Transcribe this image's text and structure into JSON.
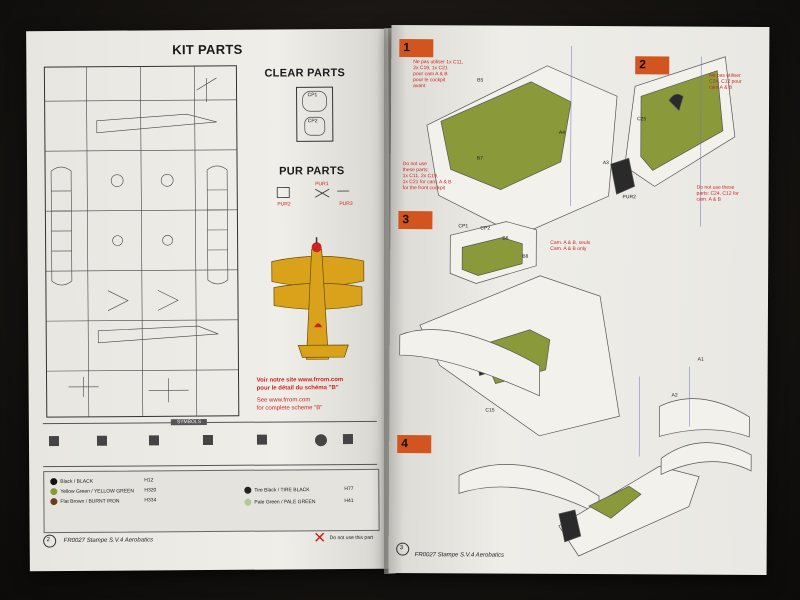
{
  "left_page": {
    "kit_parts_title": "KIT PARTS",
    "clear_parts_title": "CLEAR PARTS",
    "clear_part_labels": [
      "CP1",
      "CP2"
    ],
    "pur_parts_title": "PUR PARTS",
    "pur_part_labels": [
      "PUR1",
      "PUR2",
      "PUR3"
    ],
    "web_note_fr_1": "Voir notre site www.frrom.com",
    "web_note_fr_2": "pour le détail du schéma \"B\"",
    "web_note_en_1": "See www.frrom.com",
    "web_note_en_2": "for complete scheme \"B\"",
    "symbols_heading": "SYMBOLS",
    "paint_rows": [
      {
        "name": "Black / BLACK",
        "code": "H12"
      },
      {
        "name": "Yellow Green / YELLOW GREEN",
        "code": "H320"
      },
      {
        "name": "Flat Brown / BURNT IRON",
        "code": "H334"
      },
      {
        "name": "Tire Black / TIRE BLACK",
        "code": "H77"
      },
      {
        "name": "Pale Green / PALE GREEN",
        "code": "H41"
      }
    ],
    "page_number": "2",
    "footer_title": "FR0027 Stampe S.V.4 Aerobatics",
    "do_not_use_legend": "Do not use this part",
    "colors": {
      "yellow": "#d9a21a",
      "red": "#c22222"
    }
  },
  "right_page": {
    "step1_number": "1",
    "step1_note_fr": [
      "Ne pas utiliser 1x C11,",
      "2x C19, 1x C21",
      "pour cam A & B",
      "pour le cockpit",
      "avant"
    ],
    "step1_note_en": [
      "Do not use",
      "these parts:",
      "1x C11, 2x C19,",
      "1x C21 for cam. A & B",
      "for the front cockpit"
    ],
    "step2_number": "2",
    "step2_note_fr": [
      "Ne pas utiliser",
      "C24, C12 pour",
      "cam A & B"
    ],
    "step2_note_en": [
      "Do not use these",
      "parts: C24, C12 for",
      "cam. A & B"
    ],
    "step3_number": "3",
    "step3_note": [
      "Cam. A & B, seuls",
      "Cam. A & B only"
    ],
    "step4_number": "4",
    "part_labels": [
      "B5",
      "B6",
      "A4",
      "A3",
      "C15",
      "A1",
      "A2",
      "CP1",
      "CP2",
      "C25",
      "PUR2",
      "B7",
      "B8"
    ],
    "page_number": "3",
    "footer_title": "FR0027 Stampe S.V.4 Aerobatics",
    "colors": {
      "orange_flag": "#d2541e",
      "olive_green": "#8a9a3a"
    }
  }
}
